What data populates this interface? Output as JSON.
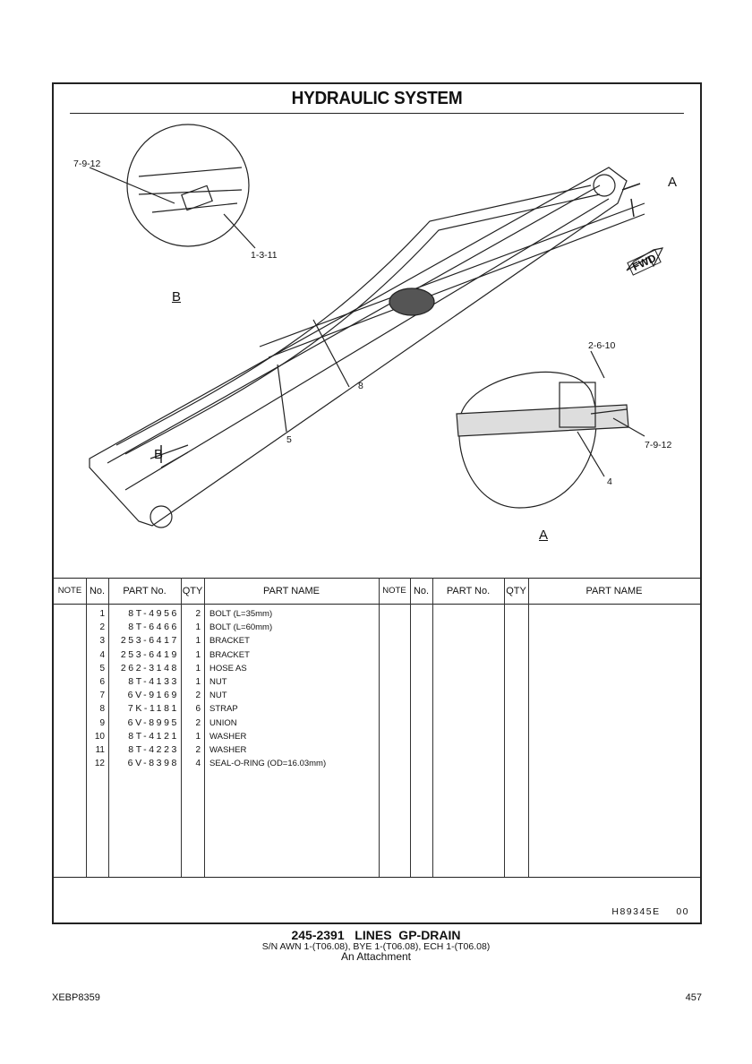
{
  "title": "HYDRAULIC   SYSTEM",
  "callouts": {
    "b_ref": "7-9-12",
    "b_ref2": "1-3-11",
    "b_view": "B",
    "a_arrow": "A",
    "fwd": "FWD",
    "a_ref1": "2-6-10",
    "item8": "8",
    "item5": "5",
    "a_ref2": "7-9-12",
    "item4": "4",
    "a_view": "A",
    "b_arrow": "B"
  },
  "table": {
    "headers": [
      "NOTE",
      "No.",
      "PART No.",
      "QTY",
      "PART NAME"
    ],
    "rows": [
      {
        "no": "1",
        "part": "8T-4956",
        "qty": "2",
        "name": "BOLT (L=35mm)"
      },
      {
        "no": "2",
        "part": "8T-6466",
        "qty": "1",
        "name": "BOLT (L=60mm)"
      },
      {
        "no": "3",
        "part": "253-6417",
        "qty": "1",
        "name": "BRACKET"
      },
      {
        "no": "4",
        "part": "253-6419",
        "qty": "1",
        "name": "BRACKET"
      },
      {
        "no": "5",
        "part": "262-3148",
        "qty": "1",
        "name": "HOSE  AS"
      },
      {
        "no": "6",
        "part": "8T-4133",
        "qty": "1",
        "name": "NUT"
      },
      {
        "no": "7",
        "part": "6V-9169",
        "qty": "2",
        "name": "NUT"
      },
      {
        "no": "8",
        "part": "7K-1181",
        "qty": "6",
        "name": "STRAP"
      },
      {
        "no": "9",
        "part": "6V-8995",
        "qty": "2",
        "name": "UNION"
      },
      {
        "no": "10",
        "part": "8T-4121",
        "qty": "1",
        "name": "WASHER"
      },
      {
        "no": "11",
        "part": "8T-4223",
        "qty": "2",
        "name": "WASHER"
      },
      {
        "no": "12",
        "part": "6V-8398",
        "qty": "4",
        "name": "SEAL-O-RING (OD=16.03mm)"
      }
    ]
  },
  "drawing_code": "H89345E    00",
  "caption": {
    "main": "245-2391   LINES  GP-DRAIN",
    "sn": "S/N AWN 1-(T06.08), BYE 1-(T06.08), ECH 1-(T06.08)",
    "sub": "An Attachment"
  },
  "footer": {
    "doc": "XEBP8359",
    "page": "457"
  }
}
